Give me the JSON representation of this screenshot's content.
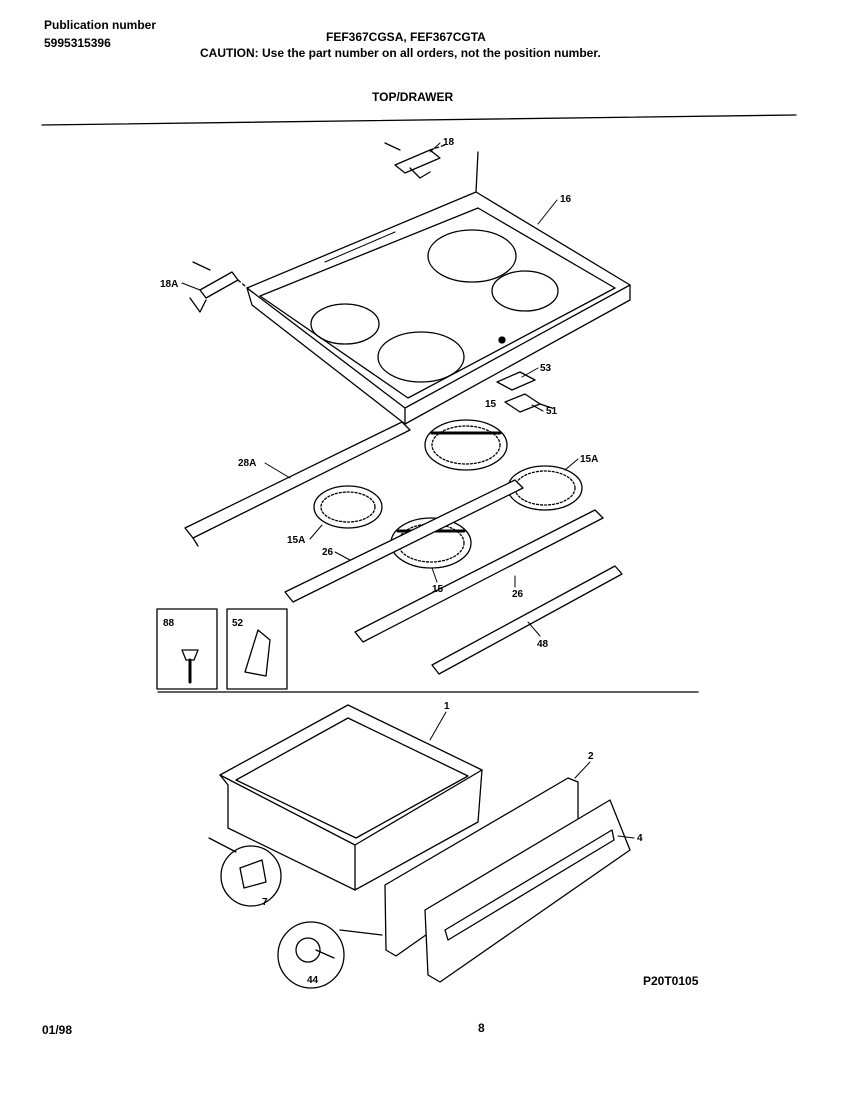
{
  "header": {
    "publication_label": "Publication number",
    "publication_number": "5995315396",
    "model_numbers": "FEF367CGSA, FEF367CGTA",
    "caution": "CAUTION:  Use the part number on all orders, not the position number.",
    "section_title": "TOP/DRAWER"
  },
  "footer": {
    "diagram_code": "P20T0105",
    "date": "01/98",
    "page_number": "8"
  },
  "callouts": {
    "c18": "18",
    "c18a": "18A",
    "c16": "16",
    "c53": "53",
    "c15_top": "15",
    "c51": "51",
    "c28a": "28A",
    "c15a_right": "15A",
    "c15a_left": "15A",
    "c26_left": "26",
    "c15_bottom": "15",
    "c26_right": "26",
    "c48": "48",
    "c88": "88",
    "c52": "52",
    "c1": "1",
    "c2": "2",
    "c4": "4",
    "c7": "7",
    "c44": "44"
  }
}
